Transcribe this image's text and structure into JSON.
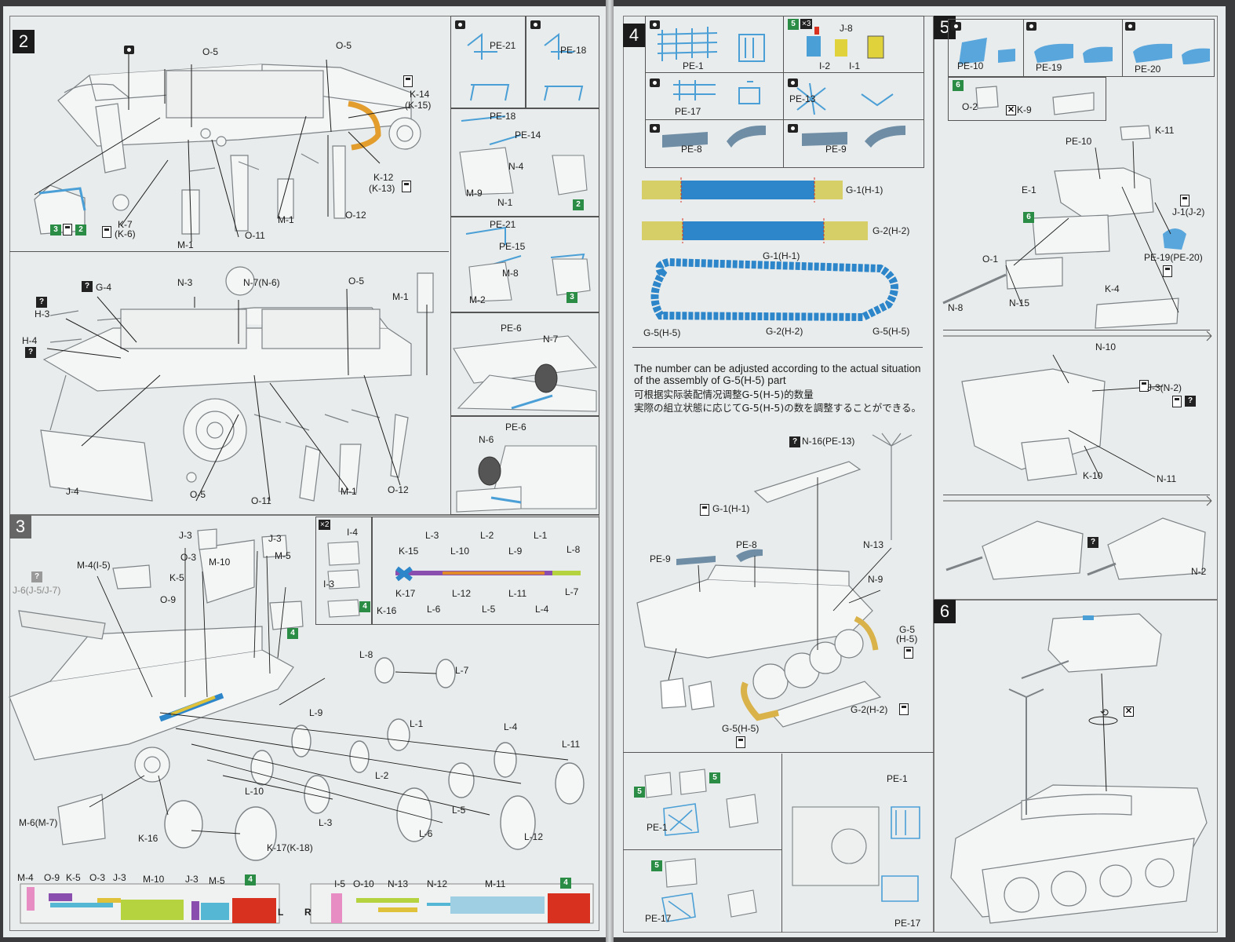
{
  "left_page": {
    "step2": {
      "number": "2",
      "labels_upper": [
        "O-5",
        "O-5",
        "K-14",
        "(K-15)",
        "K-12",
        "(K-13)",
        "K-7",
        "(K-6)",
        "M-1",
        "M-1",
        "O-11",
        "O-12"
      ],
      "labels_lower": [
        "G-4",
        "N-3",
        "N-7(N-6)",
        "O-5",
        "M-1",
        "H-3",
        "H-4",
        "J-4",
        "O-5",
        "O-11",
        "M-1",
        "O-12"
      ],
      "sub": [
        {
          "labels": [
            "PE-21"
          ]
        },
        {
          "labels": [
            "PE-18"
          ]
        },
        {
          "labels": [
            "PE-18",
            "PE-14",
            "N-4",
            "M-9",
            "N-1"
          ],
          "badge": "2"
        },
        {
          "labels": [
            "PE-21",
            "PE-15",
            "M-8",
            "M-2"
          ],
          "badge": "3"
        },
        {
          "labels": [
            "PE-6",
            "N-7"
          ]
        },
        {
          "labels": [
            "N-6",
            "PE-6"
          ]
        }
      ],
      "badges": [
        "3",
        "2"
      ]
    },
    "step3": {
      "number": "3",
      "labels": [
        "J-3",
        "J-3",
        "M-4(I-5)",
        "J-6(J-5/J-7)",
        "O-3",
        "M-10",
        "M-5",
        "K-5",
        "O-9",
        "L-8",
        "L-7",
        "L-9",
        "L-1",
        "L-4",
        "L-11",
        "L-2",
        "L-10",
        "L-5",
        "L-3",
        "L-6",
        "L-12",
        "M-6(M-7)",
        "K-16",
        "K-17(K-18)"
      ],
      "multiplier": "×2",
      "inset_labels": [
        "I-4",
        "I-3"
      ],
      "inset_badge": "4",
      "badge": "4",
      "wheel_labels_top": [
        "L-3",
        "L-2",
        "L-1",
        "L-8"
      ],
      "wheel_labels_mid": [
        "K-15",
        "L-10",
        "L-9"
      ],
      "wheel_labels_low": [
        "K-17",
        "L-12",
        "L-11",
        "L-7"
      ],
      "wheel_labels_bottom": [
        "K-16",
        "L-6",
        "L-5",
        "L-4"
      ]
    },
    "color_bar_left": {
      "labels": [
        "M-4",
        "O-9",
        "K-5",
        "O-3",
        "J-3",
        "M-10",
        "J-3",
        "M-5"
      ],
      "badge": "4",
      "side": "L"
    },
    "color_bar_right": {
      "labels": [
        "I-5",
        "O-10",
        "N-13",
        "N-12",
        "M-11"
      ],
      "badge": "4",
      "side": "R"
    }
  },
  "right_page": {
    "step4": {
      "number": "4",
      "pe_boxes": [
        {
          "label": "PE-1"
        },
        {
          "label": "J-8",
          "extra": [
            "I-2",
            "I-1"
          ],
          "badge": "5",
          "mult": "×3"
        },
        {
          "label": "PE-17"
        },
        {
          "label": "PE-13"
        },
        {
          "label": "PE-8"
        },
        {
          "label": "PE-9"
        }
      ],
      "track_labels": [
        "G-1(H-1)",
        "G-2(H-2)",
        "G-1(H-1)",
        "G-5(H-5)",
        "G-2(H-2)",
        "G-5(H-5)"
      ],
      "note_en": "The number can be adjusted according to the actual situation of the  assembly of G-5(H-5) part",
      "note_zh": "可根据实际装配情况调整G-5(H-5)的数量",
      "note_ja": "実際の組立状態に応じてG-5(H-5)の数を調整することができる。",
      "main_labels": [
        "N-16(PE-13)",
        "G-1(H-1)",
        "N-13",
        "PE-8",
        "PE-9",
        "N-9",
        "G-5",
        "(H-5)",
        "G-2(H-2)",
        "G-5(H-5)"
      ],
      "sub_labels": [
        "PE-1",
        "PE-17",
        "PE-1",
        "PE-17"
      ],
      "sub_badges": [
        "5",
        "5",
        "5"
      ]
    },
    "step5": {
      "number": "5",
      "boxes": [
        {
          "label": "PE-10"
        },
        {
          "label": "PE-19"
        },
        {
          "label": "PE-20"
        }
      ],
      "subbox": {
        "badge": "6",
        "labels": [
          "O-2",
          "K-9"
        ]
      },
      "labels": [
        "K-11",
        "PE-10",
        "E-1",
        "J-1(J-2)",
        "PE-19(PE-20)",
        "O-1",
        "N-8",
        "N-15",
        "K-4",
        "N-10",
        "J-3(N-2)",
        "K-10",
        "N-11",
        "N-2"
      ],
      "badge": "6"
    },
    "step6": {
      "number": "6"
    }
  },
  "colors": {
    "page": "#e9ecec",
    "line": "#555555",
    "pe_blue": "#4a9fd6",
    "track_blue": "#2d86c9",
    "track_yellow": "#d6cf67",
    "badge_green": "#2a8c45",
    "wheel_purple": "#8a4fae",
    "wheel_orange": "#e08a2a",
    "bar_red": "#d9311f",
    "bar_lime": "#b5d33f",
    "bar_pink": "#e88cc4",
    "bar_cyan": "#55b7d3"
  },
  "icons": [
    "camera-icon",
    "sprue-icon",
    "question-icon",
    "no-glue-icon",
    "rotate-icon",
    "arrow-right-icon"
  ]
}
